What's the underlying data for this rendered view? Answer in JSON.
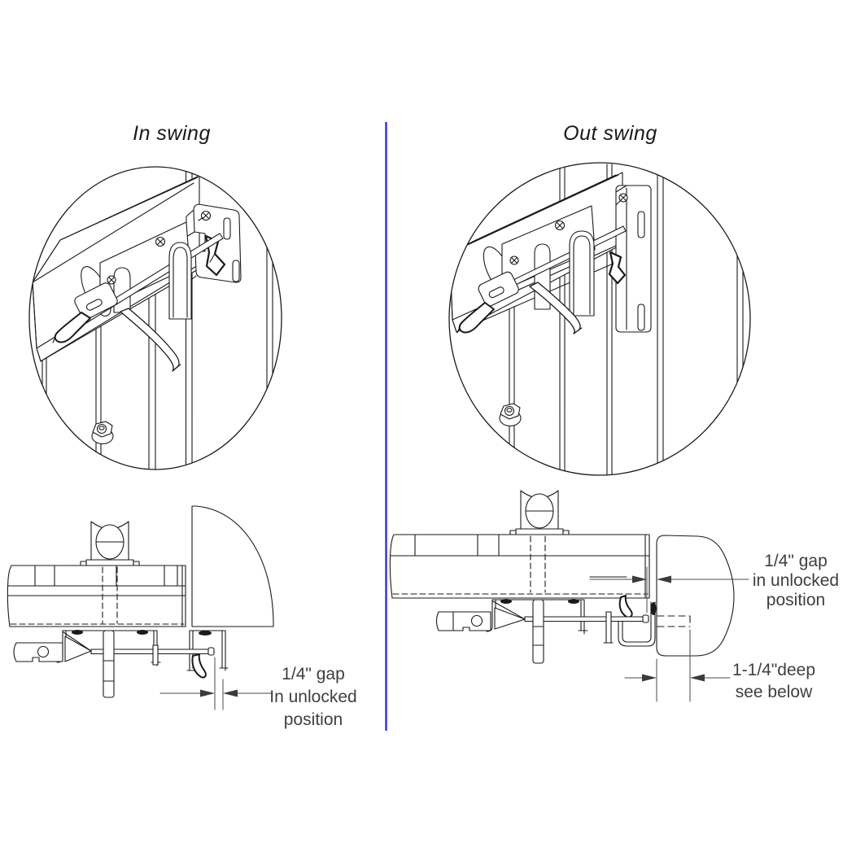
{
  "colors": {
    "line": "#1a1a1a",
    "divider_blue": "#1c1cf0",
    "dimension_text": "#3f3f3f",
    "background": "#ffffff"
  },
  "panels": {
    "in_swing": {
      "title": "In swing",
      "gap_note": [
        "1/4\" gap",
        "In unlocked",
        "position"
      ]
    },
    "out_swing": {
      "title": "Out swing",
      "gap_note": [
        "1/4\" gap",
        "in unlocked",
        "position"
      ],
      "depth_note": [
        "1-1/4\"deep",
        "see below"
      ]
    }
  }
}
